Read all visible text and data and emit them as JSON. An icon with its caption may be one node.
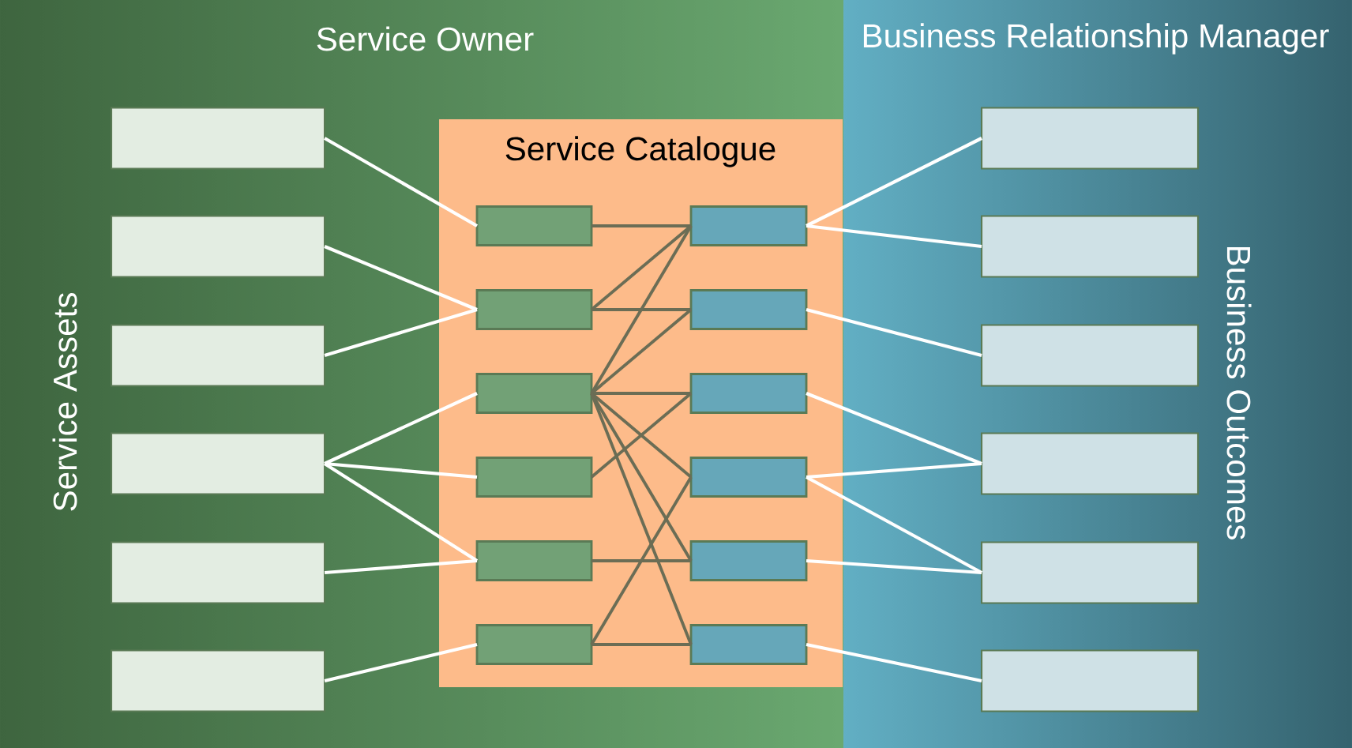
{
  "diagram": {
    "nodes": [
      {
        "text": [
          "Service Owner"
        ]
      },
      {
        "text": [],
        "shape": "box",
        "in": 0
      },
      {
        "text": [],
        "shape": "box",
        "in": 0
      },
      {
        "text": [],
        "shape": "box",
        "in": 0
      },
      {
        "text": [],
        "shape": "box",
        "in": 0
      },
      {
        "text": [],
        "shape": "box",
        "in": 0
      },
      {
        "text": [],
        "shape": "box",
        "in": 0
      },
      {
        "text": [
          "Service Catalogue"
        ]
      },
      {
        "text": [],
        "shape": "box",
        "in": 7
      },
      {
        "text": [],
        "shape": "box",
        "in": 7
      },
      {
        "text": [],
        "shape": "box",
        "in": 7
      },
      {
        "text": [],
        "shape": "box",
        "in": 7
      },
      {
        "text": [],
        "shape": "box",
        "in": 7
      },
      {
        "text": [],
        "shape": "box",
        "in": 7
      },
      {
        "text": [],
        "shape": "box",
        "in": 7
      },
      {
        "text": [],
        "shape": "box",
        "in": 7
      },
      {
        "text": [],
        "shape": "box",
        "in": 7
      },
      {
        "text": [],
        "shape": "box",
        "in": 7
      },
      {
        "text": [],
        "shape": "box",
        "in": 7
      },
      {
        "text": [],
        "shape": "box",
        "in": 7
      },
      {
        "text": [
          "Business Relationship Manager"
        ]
      },
      {
        "text": [],
        "shape": "box",
        "in": 20
      },
      {
        "text": [],
        "shape": "box",
        "in": 20
      },
      {
        "text": [],
        "shape": "box",
        "in": 20
      },
      {
        "text": [],
        "shape": "box",
        "in": 20
      },
      {
        "text": [],
        "shape": "box",
        "in": 20
      },
      {
        "text": [],
        "shape": "box",
        "in": 20
      }
    ],
    "edges": [
      {
        "from": 1,
        "to": 8,
        "arrow": "none"
      },
      {
        "from": 2,
        "to": 9,
        "arrow": "none"
      },
      {
        "from": 3,
        "to": 9,
        "arrow": "none"
      },
      {
        "from": 4,
        "to": 10,
        "arrow": "none"
      },
      {
        "from": 4,
        "to": 11,
        "arrow": "none"
      },
      {
        "from": 4,
        "to": 12,
        "arrow": "none"
      },
      {
        "from": 5,
        "to": 12,
        "arrow": "none"
      },
      {
        "from": 6,
        "to": 13,
        "arrow": "none"
      },
      {
        "from": 8,
        "to": 14,
        "arrow": "none",
        "color": "#6b6d55"
      },
      {
        "from": 9,
        "to": 14,
        "arrow": "none",
        "color": "#6b6d55"
      },
      {
        "from": 9,
        "to": 15,
        "arrow": "none",
        "color": "#6b6d55"
      },
      {
        "from": 10,
        "to": 14,
        "arrow": "none",
        "color": "#6b6d55"
      },
      {
        "from": 10,
        "to": 15,
        "arrow": "none",
        "color": "#6b6d55"
      },
      {
        "from": 10,
        "to": 16,
        "arrow": "none",
        "color": "#6b6d55"
      },
      {
        "from": 10,
        "to": 17,
        "arrow": "none",
        "color": "#6b6d55"
      },
      {
        "from": 10,
        "to": 18,
        "arrow": "none",
        "color": "#6b6d55"
      },
      {
        "from": 10,
        "to": 19,
        "arrow": "none",
        "color": "#6b6d55"
      },
      {
        "from": 11,
        "to": 16,
        "arrow": "none",
        "color": "#6b6d55"
      },
      {
        "from": 12,
        "to": 18,
        "arrow": "none",
        "color": "#6b6d55"
      },
      {
        "from": 13,
        "to": 17,
        "arrow": "none",
        "color": "#6b6d55"
      },
      {
        "from": 13,
        "to": 19,
        "arrow": "none",
        "color": "#6b6d55"
      },
      {
        "from": 14,
        "to": 21,
        "arrow": "none"
      },
      {
        "from": 14,
        "to": 22,
        "arrow": "none"
      },
      {
        "from": 15,
        "to": 23,
        "arrow": "none"
      },
      {
        "from": 16,
        "to": 24,
        "arrow": "none"
      },
      {
        "from": 17,
        "to": 24,
        "arrow": "none"
      },
      {
        "from": 17,
        "to": 25,
        "arrow": "none"
      },
      {
        "from": 18,
        "to": 25,
        "arrow": "none"
      },
      {
        "from": 19,
        "to": 26,
        "arrow": "none"
      }
    ],
    "labels": [
      "Service Assets",
      "Business Outcomes"
    ]
  }
}
